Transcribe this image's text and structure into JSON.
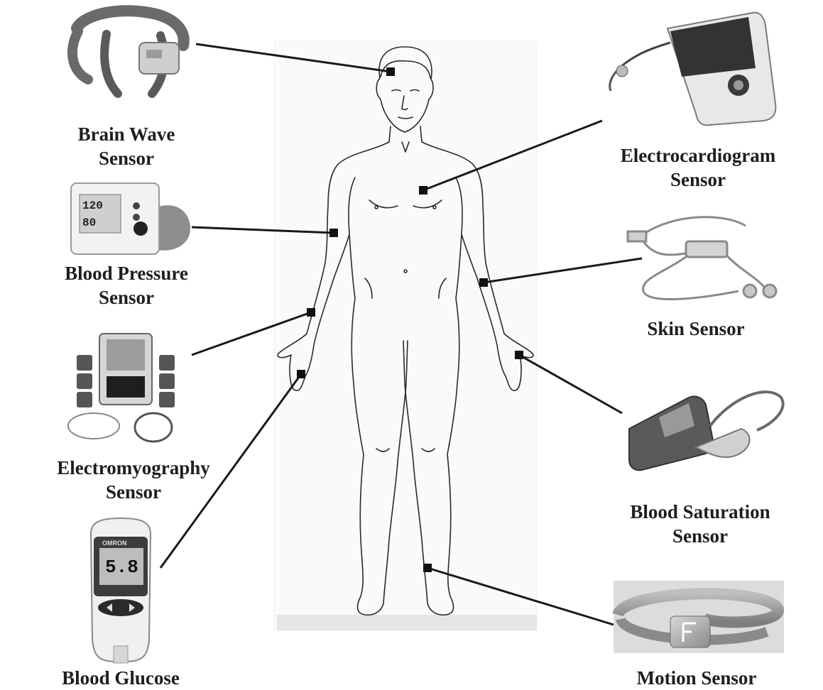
{
  "sensors": {
    "brain_wave": {
      "line1": "Brain Wave",
      "line2": "Sensor"
    },
    "blood_pressure": {
      "line1": "Blood Pressure",
      "line2": "Sensor"
    },
    "electromyography": {
      "line1": "Electromyography",
      "line2": "Sensor"
    },
    "blood_glucose": {
      "line1": "Blood Glucose"
    },
    "electrocardiogram": {
      "line1": "Electrocardiogram",
      "line2": "Sensor"
    },
    "skin": {
      "line1": "Skin Sensor"
    },
    "blood_saturation": {
      "line1": "Blood Saturation",
      "line2": "Sensor"
    },
    "motion": {
      "line1": "Motion Sensor"
    }
  },
  "devices": {
    "glucose_meter": {
      "brand": "OMRON",
      "reading": "5.8"
    },
    "bp_monitor": {
      "systolic": "120",
      "diastolic": "80"
    }
  }
}
